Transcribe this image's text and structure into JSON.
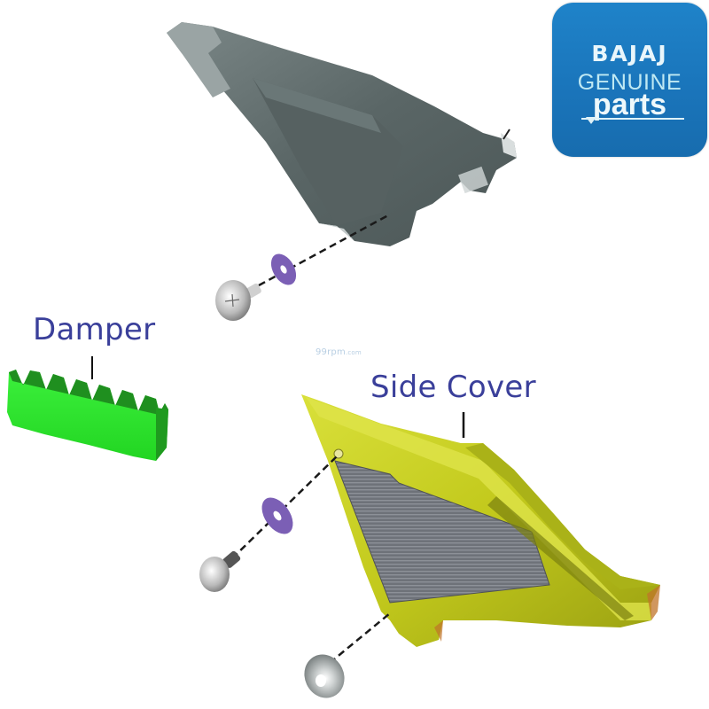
{
  "diagram": {
    "type": "exploded-parts-view",
    "parts": [
      {
        "id": "upper-cover",
        "color": "#5f6b6b"
      },
      {
        "id": "damper",
        "label": "Damper",
        "color": "#2ee62e"
      },
      {
        "id": "side-cover",
        "label": "Side Cover",
        "color": "#c8d21e"
      },
      {
        "id": "washer",
        "color": "#7b5fb5",
        "count": 2
      },
      {
        "id": "screw",
        "color": "#b8b8b8",
        "count": 2
      },
      {
        "id": "grommet",
        "color": "#8e9596",
        "count": 1
      }
    ]
  },
  "labels": {
    "damper": "Damper",
    "side_cover": "Side Cover"
  },
  "badge": {
    "brand": "BAJAJ",
    "line2": "GENUINE",
    "line3": "parts",
    "bg_color": "#1a75bb"
  },
  "watermark": {
    "main": "99rpm",
    "suffix": ".com"
  },
  "colors": {
    "label_text": "#3a3f9a",
    "leader_line": "#111111",
    "damper_green": "#2ee62e",
    "side_cover_yellow": "#c8d21e",
    "washer_purple": "#7b5fb5",
    "upper_cover_gray": "#5f6b6b",
    "grille_gray": "#6f7278"
  }
}
